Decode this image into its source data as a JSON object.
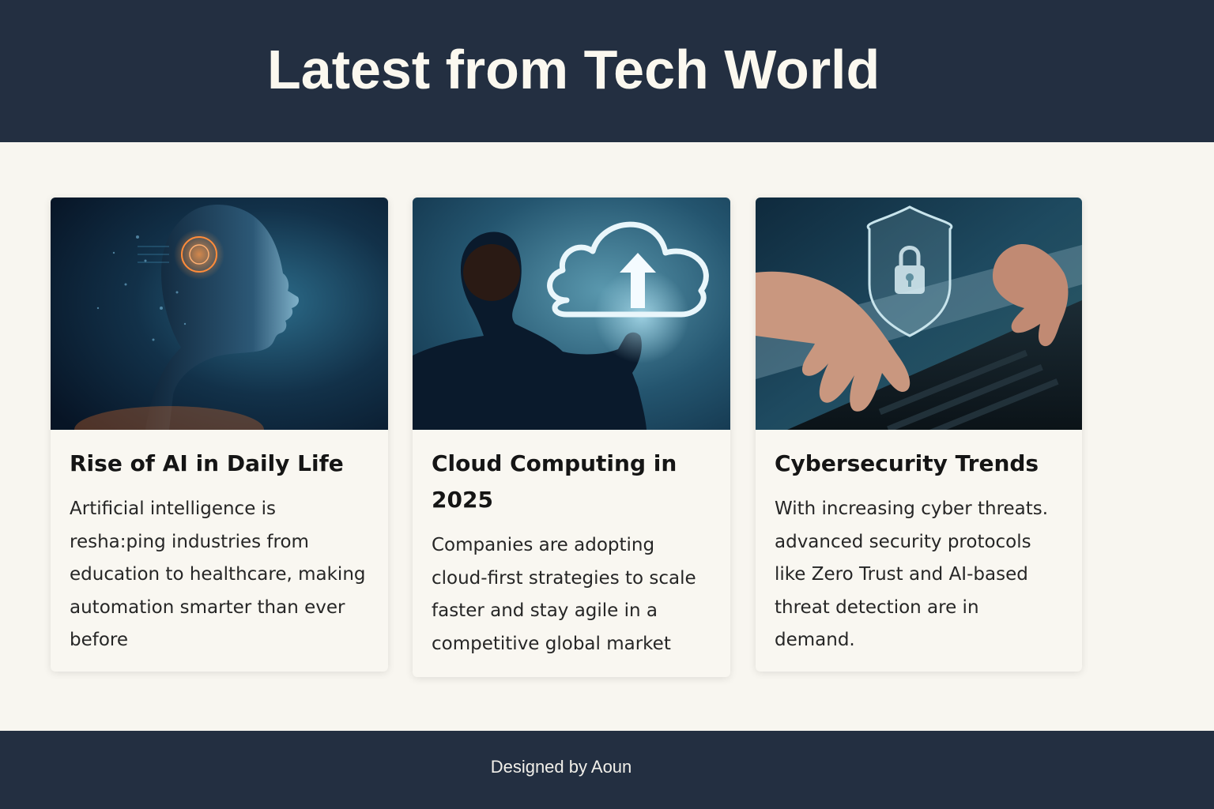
{
  "header": {
    "title": "Latest from Tech World"
  },
  "cards": [
    {
      "title": "Rise of AI in Daily Life",
      "text": "Artificial intelligence is resha:ping industries from education to healthcare, making automation smarter than ever before",
      "image_icon": "ai-head-icon"
    },
    {
      "title": "Cloud Computing in 2025",
      "text": "Companies are adopting cloud-first strategies to scale faster and stay agile in a competitive global market",
      "image_icon": "cloud-upload-icon"
    },
    {
      "title": "Cybersecurity Trends",
      "text": "With increasing cyber threats. advanced security protocols like Zero Trust and AI-based threat detection are in demand.",
      "image_icon": "shield-lock-icon"
    }
  ],
  "footer": {
    "text": "Designed by Aoun"
  },
  "colors": {
    "header_bg": "#232f41",
    "page_bg": "#f8f6f0",
    "card_bg": "#f9f7f1",
    "title_text": "#fbf8ef"
  }
}
